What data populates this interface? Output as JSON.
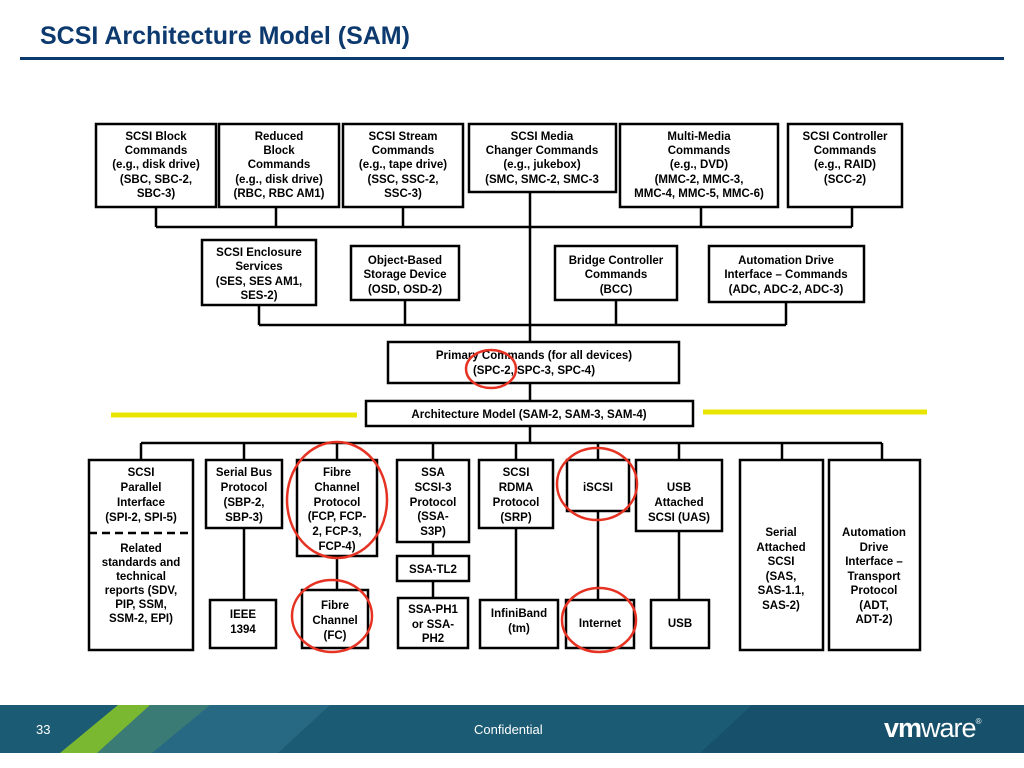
{
  "slide": {
    "title": "SCSI Architecture Model (SAM)",
    "number": "33",
    "footer_text": "Confidential",
    "logo": {
      "prefix": "vm",
      "suffix": "ware",
      "mark": "®"
    }
  },
  "colors": {
    "title": "#0d3a6e",
    "footer_dark": "#1c5b74",
    "footer_green": "#7bb832",
    "circle": "#e53222",
    "highlight": "#e9e500"
  },
  "diagram": {
    "command_sets": [
      {
        "id": "sbc",
        "lines": [
          "SCSI Block",
          "Commands",
          "(e.g., disk drive)",
          "(SBC, SBC-2,",
          "SBC-3)"
        ]
      },
      {
        "id": "rbc",
        "lines": [
          "Reduced",
          "Block",
          "Commands",
          "(e.g., disk drive)",
          "(RBC, RBC AM1)"
        ]
      },
      {
        "id": "ssc",
        "lines": [
          "SCSI Stream",
          "Commands",
          "(e.g., tape drive)",
          "(SSC, SSC-2,",
          "SSC-3)"
        ]
      },
      {
        "id": "smc",
        "lines": [
          "SCSI Media",
          "Changer Commands",
          "(e.g., jukebox)",
          "(SMC, SMC-2, SMC-3"
        ]
      },
      {
        "id": "mmc",
        "lines": [
          "Multi-Media",
          "Commands",
          "(e.g., DVD)",
          "(MMC-2, MMC-3,",
          "MMC-4, MMC-5, MMC-6)"
        ]
      },
      {
        "id": "scc",
        "lines": [
          "SCSI Controller",
          "Commands",
          "(e.g., RAID)",
          "(SCC-2)"
        ]
      }
    ],
    "device_sets": [
      {
        "id": "ses",
        "lines": [
          "SCSI Enclosure",
          "Services",
          "(SES, SES AM1,",
          "SES-2)"
        ]
      },
      {
        "id": "osd",
        "lines": [
          "Object-Based",
          "Storage Device",
          "(OSD, OSD-2)"
        ]
      },
      {
        "id": "bcc",
        "lines": [
          "Bridge Controller",
          "Commands",
          "(BCC)"
        ]
      },
      {
        "id": "adc",
        "lines": [
          "Automation Drive",
          "Interface – Commands",
          "(ADC, ADC-2, ADC-3)"
        ]
      }
    ],
    "primary": {
      "lines": [
        "Primary Commands (for all devices)",
        "(SPC-2, SPC-3, SPC-4)"
      ]
    },
    "architecture": {
      "lines": [
        "Architecture Model (SAM-2, SAM-3, SAM-4)"
      ]
    },
    "transports": [
      {
        "id": "spi",
        "lines": [
          "SCSI",
          "Parallel",
          "Interface",
          "(SPI-2, SPI-5)"
        ]
      },
      {
        "id": "related",
        "lines": [
          "Related",
          "standards and",
          "technical",
          "reports (SDV,",
          "PIP, SSM,",
          "SSM-2, EPI)"
        ]
      },
      {
        "id": "sbp",
        "lines": [
          "Serial Bus",
          "Protocol",
          "(SBP-2,",
          "SBP-3)"
        ]
      },
      {
        "id": "ieee1394",
        "lines": [
          "IEEE",
          "1394"
        ]
      },
      {
        "id": "fcp",
        "lines": [
          "Fibre",
          "Channel",
          "Protocol",
          "(FCP, FCP-",
          "2, FCP-3,",
          "FCP-4)"
        ]
      },
      {
        "id": "fc",
        "lines": [
          "Fibre",
          "Channel",
          "(FC)"
        ]
      },
      {
        "id": "ssa",
        "lines": [
          "SSA",
          "SCSI-3",
          "Protocol",
          "(SSA-",
          "S3P)"
        ]
      },
      {
        "id": "ssatl2",
        "lines": [
          "SSA-TL2"
        ]
      },
      {
        "id": "ssaph",
        "lines": [
          "SSA-PH1",
          "or SSA-",
          "PH2"
        ]
      },
      {
        "id": "srp",
        "lines": [
          "SCSI",
          "RDMA",
          "Protocol",
          "(SRP)"
        ]
      },
      {
        "id": "infiniband",
        "lines": [
          "InfiniBand",
          "(tm)"
        ]
      },
      {
        "id": "iscsi",
        "lines": [
          "iSCSI"
        ]
      },
      {
        "id": "internet",
        "lines": [
          "Internet"
        ]
      },
      {
        "id": "uas",
        "lines": [
          "USB",
          "Attached",
          "SCSI (UAS)"
        ]
      },
      {
        "id": "usb",
        "lines": [
          "USB"
        ]
      },
      {
        "id": "sas",
        "lines": [
          "Serial",
          "Attached",
          "SCSI",
          "(SAS,",
          "SAS-1.1,",
          "SAS-2)"
        ]
      },
      {
        "id": "adt",
        "lines": [
          "Automation",
          "Drive",
          "Interface –",
          "Transport",
          "Protocol",
          "(ADT,",
          "ADT-2)"
        ]
      }
    ]
  }
}
